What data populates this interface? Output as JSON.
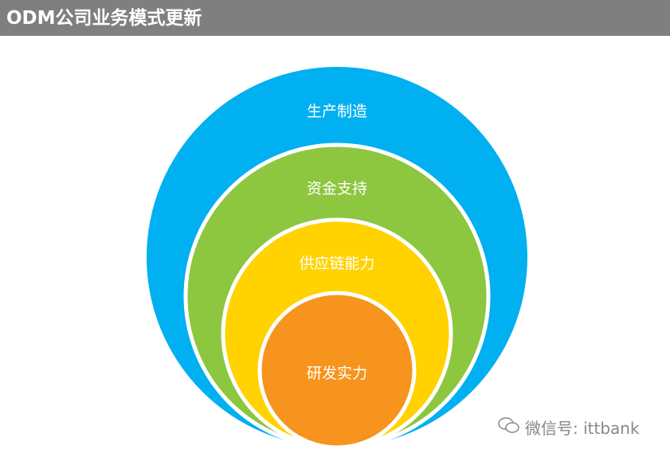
{
  "header": {
    "title": "ODM公司业务模式更新"
  },
  "diagram": {
    "rings": [
      {
        "label": "生产制造",
        "color": "#00b0f0"
      },
      {
        "label": "资金支持",
        "color": "#8dc63f"
      },
      {
        "label": "供应链能力",
        "color": "#ffd200"
      },
      {
        "label": "研发实力",
        "color": "#f7941d"
      }
    ]
  },
  "watermark": {
    "text": "微信号: ittbank",
    "icon": "wechat-icon"
  }
}
